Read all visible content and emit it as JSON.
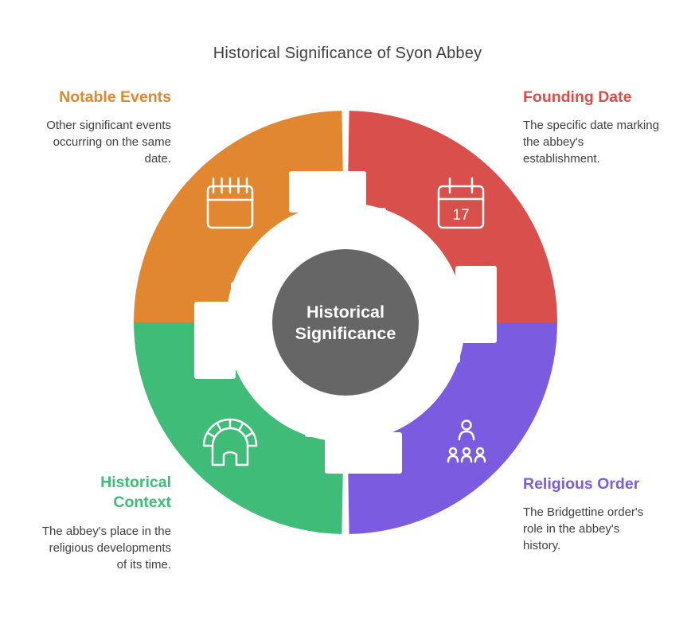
{
  "title": "Historical Significance of Syon Abbey",
  "center": {
    "line1": "Historical",
    "line2": "Significance",
    "background": "#666666"
  },
  "sections": [
    {
      "id": "notable-events",
      "label": "Notable Events",
      "description": "Other significant events occurring on the same date.",
      "color": "#E0872F",
      "icon": "notepad-calendar-icon",
      "position": "top-left"
    },
    {
      "id": "founding-date",
      "label": "Founding Date",
      "description": "The specific date marking the abbey's establishment.",
      "color": "#D94F4B",
      "icon": "calendar-date-icon",
      "date_number": "17",
      "position": "top-right"
    },
    {
      "id": "historical-context",
      "label": "Historical Context",
      "description": "The abbey's place in the religious developments of its time.",
      "color": "#3FBC77",
      "icon": "spartan-helmet-icon",
      "position": "bottom-left"
    },
    {
      "id": "religious-order",
      "label": "Religious Order",
      "description": "The Bridgettine order's role in the abbey's history.",
      "color": "#7B5BE0",
      "icon": "people-icon",
      "position": "bottom-right"
    }
  ]
}
